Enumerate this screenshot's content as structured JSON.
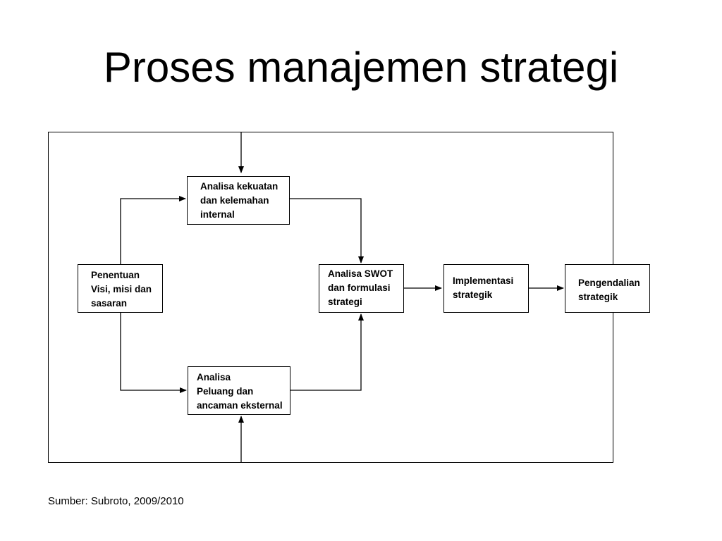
{
  "title": "Proses manajemen strategi",
  "boxes": {
    "internal": [
      "Analisa kekuatan",
      "dan kelemahan",
      "internal"
    ],
    "vision": [
      "Penentuan",
      "Visi, misi dan",
      "sasaran"
    ],
    "swot": [
      "Analisa SWOT",
      "dan formulasi",
      "strategi"
    ],
    "implementation": [
      "Implementasi",
      "strategik"
    ],
    "control": [
      "Pengendalian",
      "strategik"
    ],
    "external": [
      "Analisa",
      "Peluang dan",
      "ancaman eksternal"
    ]
  },
  "source": "Sumber: Subroto, 2009/2010",
  "colors": {
    "line": "#000000",
    "background": "#ffffff"
  }
}
